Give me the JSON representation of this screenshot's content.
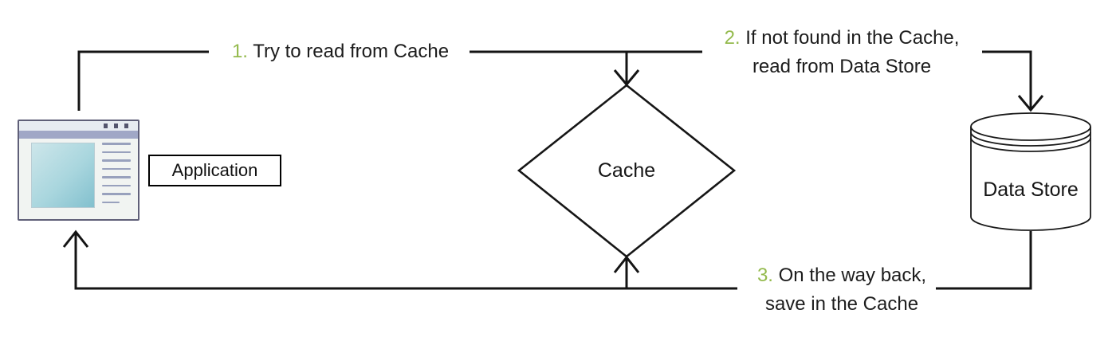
{
  "nodes": {
    "application": {
      "label": "Application"
    },
    "cache": {
      "label": "Cache"
    },
    "data_store": {
      "label": "Data Store"
    }
  },
  "steps": {
    "step1": {
      "number": "1.",
      "text": "Try to read from Cache"
    },
    "step2": {
      "number": "2.",
      "line1": "If not found in the Cache,",
      "line2": "read from Data Store"
    },
    "step3": {
      "number": "3.",
      "line1": "On the way back,",
      "line2": "save in the Cache"
    }
  },
  "colors": {
    "step_number_green": "#94ba4d",
    "text": "#1c1c1c",
    "line": "#141414"
  }
}
